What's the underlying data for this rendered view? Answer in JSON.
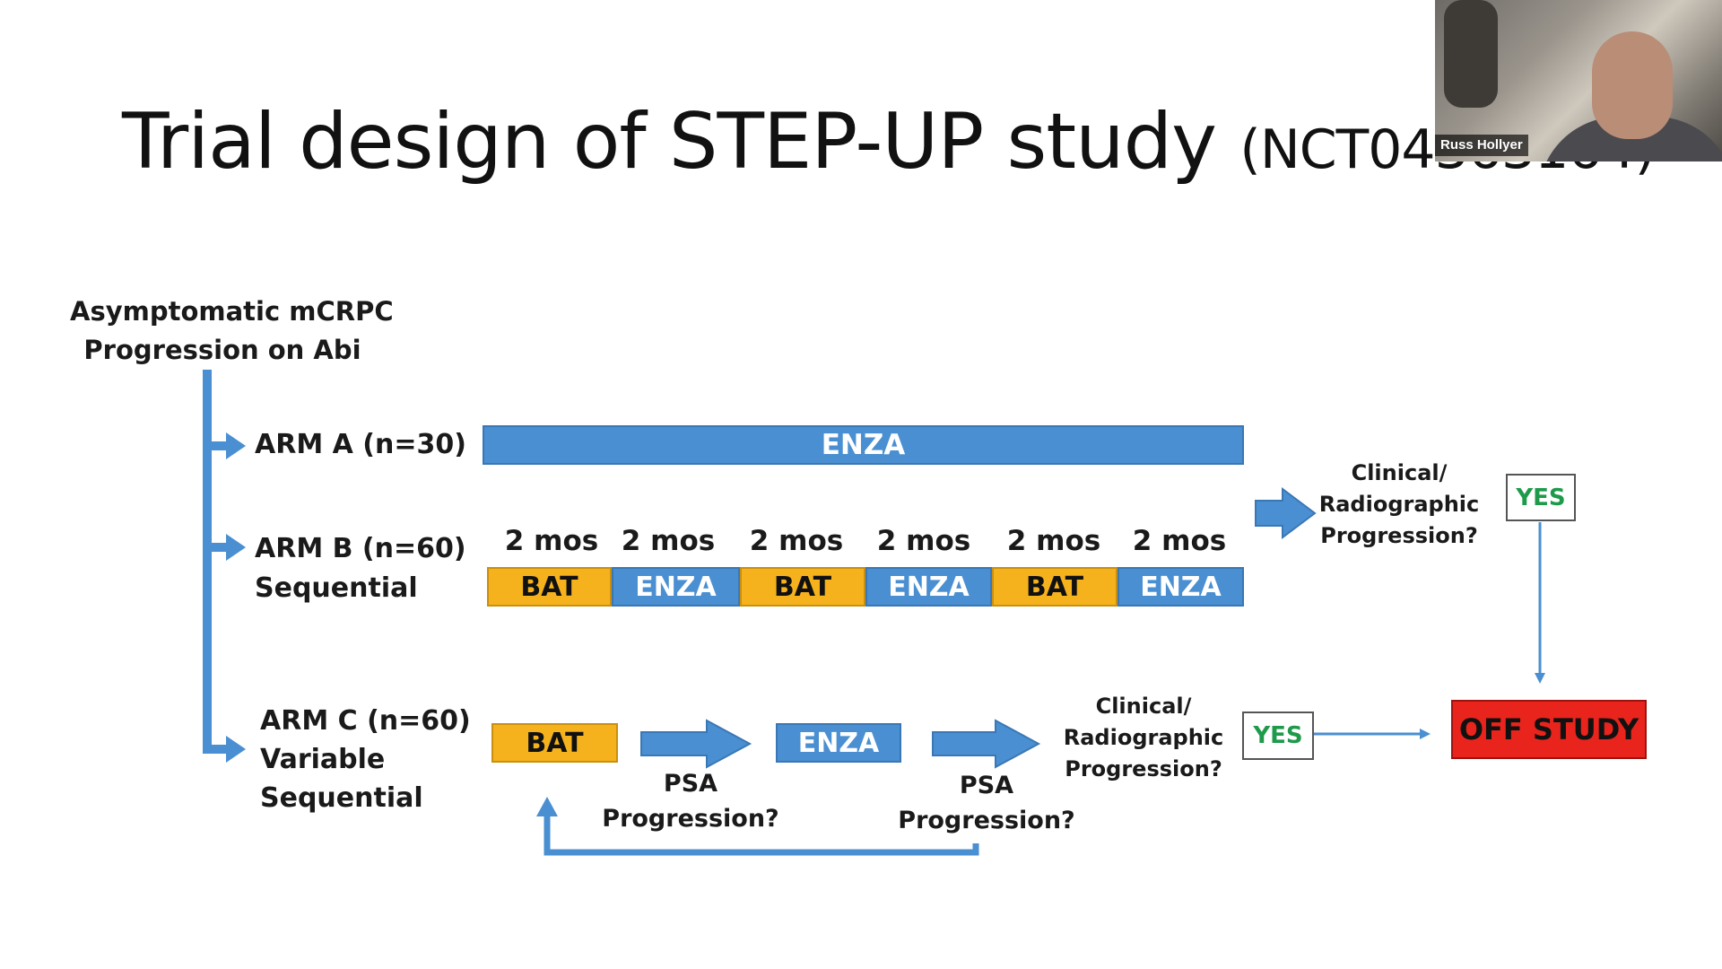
{
  "slide": {
    "title": "Trial design of STEP-UP study",
    "title_suffix": "(NCT04363164)",
    "population_line1": "Asymptomatic mCRPC",
    "population_line2": "Progression on Abi",
    "arm_a": {
      "label": "ARM A (n=30)",
      "bar": "ENZA"
    },
    "arm_b": {
      "label": "ARM B (n=60)",
      "label2": "Sequential",
      "segments": [
        {
          "dur": "2 mos",
          "drug": "BAT"
        },
        {
          "dur": "2 mos",
          "drug": "ENZA"
        },
        {
          "dur": "2 mos",
          "drug": "BAT"
        },
        {
          "dur": "2 mos",
          "drug": "ENZA"
        },
        {
          "dur": "2 mos",
          "drug": "BAT"
        },
        {
          "dur": "2 mos",
          "drug": "ENZA"
        }
      ]
    },
    "arm_c": {
      "label": "ARM C (n=60)",
      "label2": "Variable",
      "label3": "Sequential",
      "box1": "BAT",
      "box2": "ENZA",
      "psa1_line1": "PSA",
      "psa1_line2": "Progression?",
      "psa2_line1": "PSA",
      "psa2_line2": "Progression?"
    },
    "decision_top": {
      "line1": "Clinical/",
      "line2": "Radiographic",
      "line3": "Progression?",
      "yes": "YES"
    },
    "decision_bottom": {
      "line1": "Clinical/",
      "line2": "Radiographic",
      "line3": "Progression?",
      "yes": "YES"
    },
    "off_study": "OFF STUDY"
  },
  "webcam": {
    "name": "Russ Hollyer"
  },
  "colors": {
    "enza": "#4a8fd1",
    "bat": "#f5b21c",
    "off_study": "#e8241c",
    "yes_text": "#1f9a4b",
    "arrow": "#4a8fd1"
  }
}
